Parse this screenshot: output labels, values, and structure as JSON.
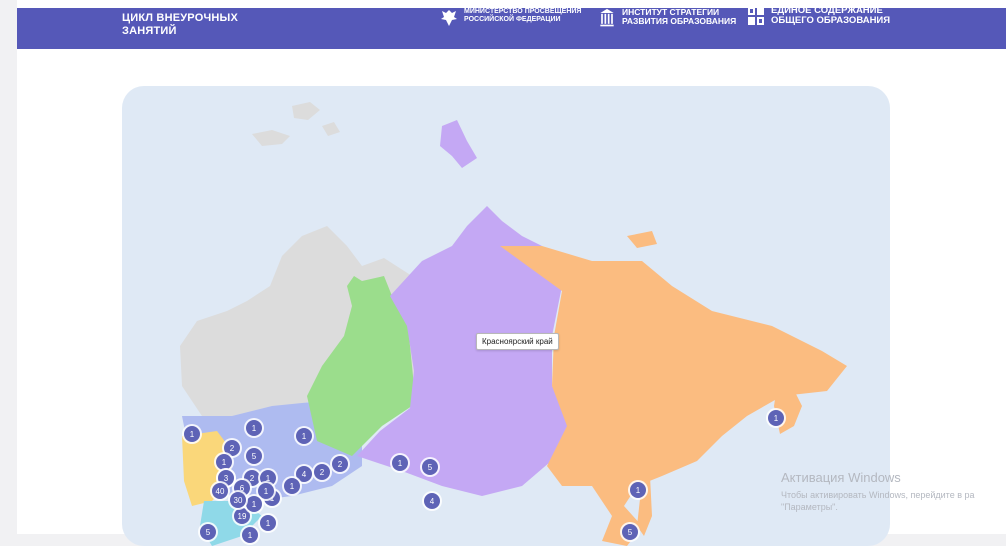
{
  "header": {
    "title_line1": "ЦИКЛ ВНЕУРОЧНЫХ",
    "title_line2": "ЗАНЯТИЙ",
    "logos": [
      {
        "line1": "МИНИСТЕРСТВО ПРОСВЕЩЕНИЯ",
        "line2": "РОССИЙСКОЙ ФЕДЕРАЦИИ",
        "icon": "ministry-eagle-icon"
      },
      {
        "line1": "ИНСТИТУТ СТРАТЕГИИ",
        "line2": "РАЗВИТИЯ ОБРАЗОВАНИЯ",
        "icon": "institute-building-icon"
      },
      {
        "line1": "ЕДИНОЕ СОДЕРЖАНИЕ",
        "line2": "ОБЩЕГО ОБРАЗОВАНИЯ",
        "icon": "edinoe-squares-icon"
      }
    ]
  },
  "map": {
    "tooltip": "Красноярский край",
    "region_colors": {
      "gray": "#dcdcdc",
      "blue": "#aebbf0",
      "green": "#9bdd8c",
      "purple": "#c4a8f4",
      "orange": "#fbbc80",
      "yellow": "#fad77a",
      "cyan": "#8fd9e8",
      "water": "#dfe9f5"
    },
    "marker_color": "#5e63b6",
    "markers": [
      "1",
      "1",
      "1",
      "2",
      "1",
      "4",
      "5",
      "3",
      "2",
      "1",
      "4",
      "2",
      "2",
      "1",
      "1",
      "5",
      "4",
      "1",
      "40",
      "6",
      "1",
      "19",
      "1",
      "1",
      "30",
      "5",
      "1",
      "1",
      "1",
      "5"
    ]
  },
  "system": {
    "activation_title": "Активация Windows",
    "activation_line1": "Чтобы активировать Windows, перейдите в ра",
    "activation_line2": "\"Параметры\"."
  }
}
